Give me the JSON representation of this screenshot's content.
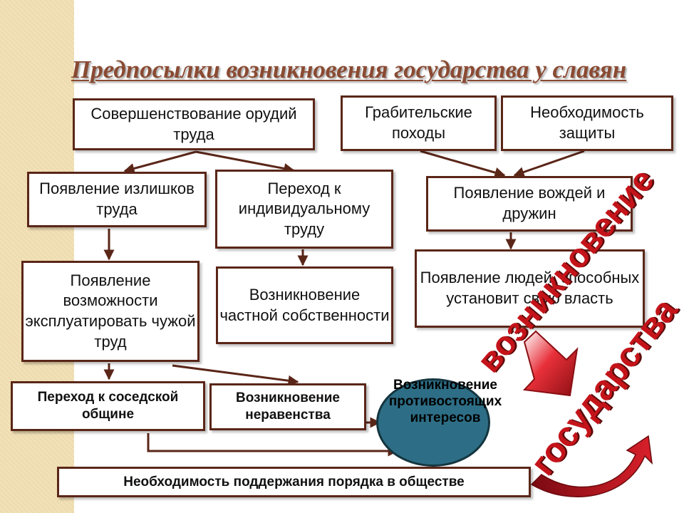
{
  "title": "Предпосылки возникновения государства у славян",
  "boxes": {
    "tools": "Совершенствование орудий труда",
    "raids": "Грабительские походы",
    "defense": "Необходимость защиты",
    "surplus": "Появление излишков труда",
    "individual_labor": "Переход к индивидуальному труду",
    "leaders": "Появление вождей и дружин",
    "exploitation": "Появление возможности эксплуатировать чужой труд",
    "private_property": "Возникновение частной собственности",
    "power_people": "Появление людей, способных установит свою власть",
    "neighbor_community": "Переход к соседской общине",
    "inequality": "Возникновение неравенства",
    "opposing_interests": "Возникновение противостоящих интересов",
    "order": "Необходимость поддержания порядка в обществе"
  },
  "wordart": {
    "line1": "возникновение",
    "line2": "государства"
  },
  "colors": {
    "box_border": "#5a2618",
    "arrow": "#5a2618",
    "title": "#8a4a32",
    "circle": "#2d6e86",
    "wordart": "#c4141a",
    "stripe": "#eedcae"
  }
}
